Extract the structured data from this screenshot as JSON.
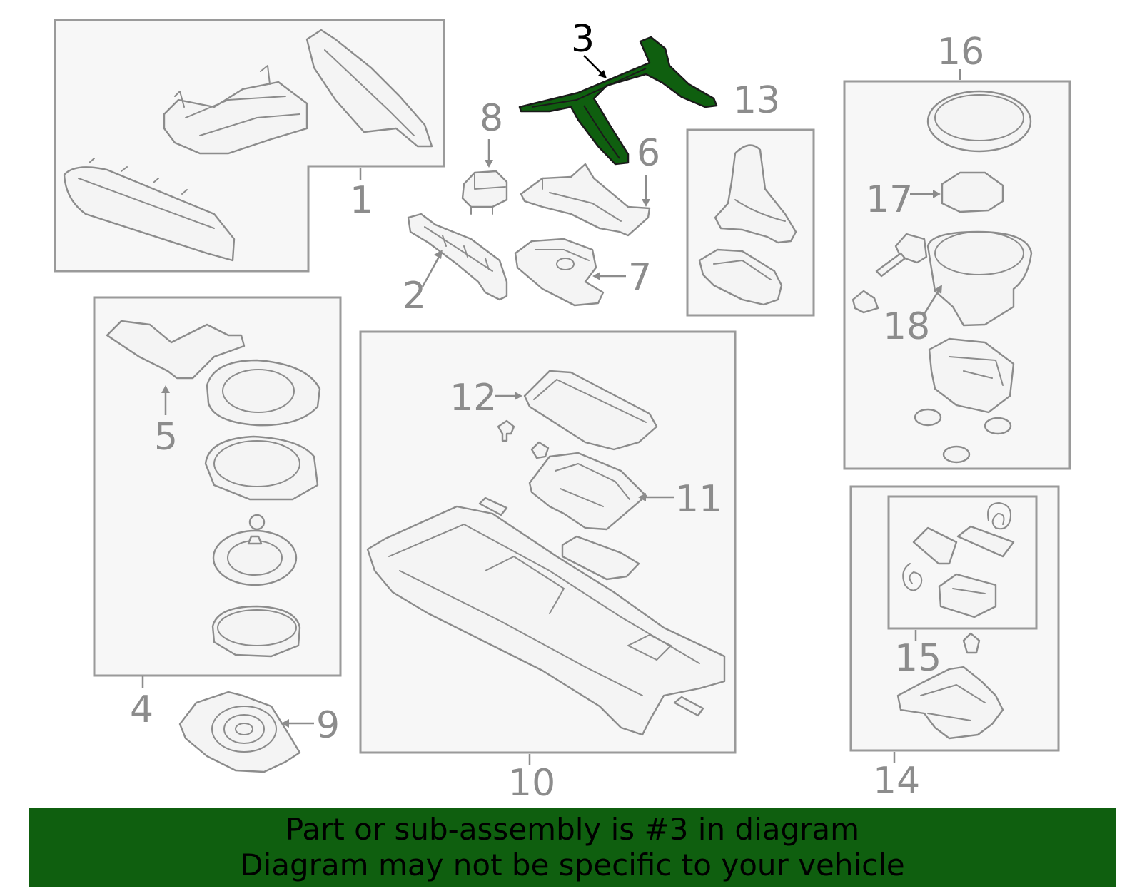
{
  "diagram": {
    "highlight_color": "#0f5f0f",
    "callouts": {
      "c1": "1",
      "c2": "2",
      "c3": "3",
      "c4": "4",
      "c5": "5",
      "c6": "6",
      "c7": "7",
      "c8": "8",
      "c9": "9",
      "c10": "10",
      "c11": "11",
      "c12": "12",
      "c13": "13",
      "c14": "14",
      "c15": "15",
      "c16": "16",
      "c17": "17",
      "c18": "18"
    }
  },
  "banner": {
    "line1": "Part or sub-assembly is #3 in diagram",
    "line2": "Diagram may not be specific to your vehicle"
  }
}
